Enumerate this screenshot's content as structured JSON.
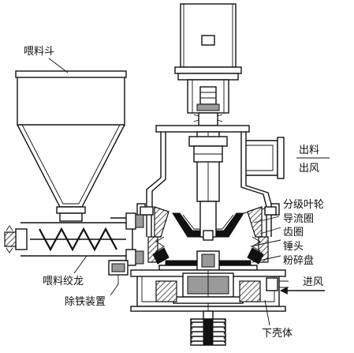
{
  "labels": {
    "feed_hopper": "喂料斗",
    "discharge": "出料",
    "air_out": "出风",
    "classifier_wheel": "分级叶轮",
    "guide_ring": "导流圈",
    "gear_ring": "齿圈",
    "hammer_head": "锤头",
    "grinding_disc": "粉碎盘",
    "air_in": "进风",
    "feed_screw": "喂料绞龙",
    "iron_remover": "除铁装置",
    "lower_shell": "下壳体"
  }
}
